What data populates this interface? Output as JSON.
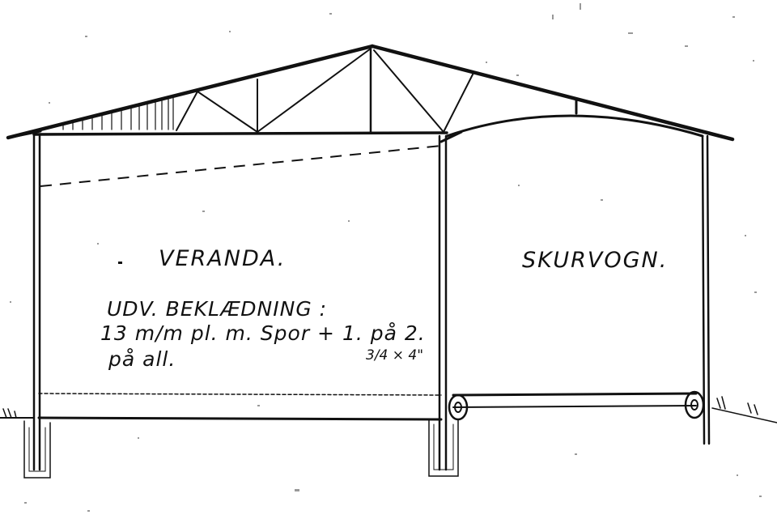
{
  "labels": {
    "veranda": "VERANDA.",
    "skurvogn": "SKURVOGN.",
    "note_line1": "UDV. BEKLÆDNING :",
    "note_line2": "13 m/m pl. m. Spor + 1. på 2.",
    "note_line3": "på all.",
    "note_dim": "3/4 × 4\""
  },
  "colors": {
    "ink": "#111111",
    "paper": "#ffffff"
  }
}
